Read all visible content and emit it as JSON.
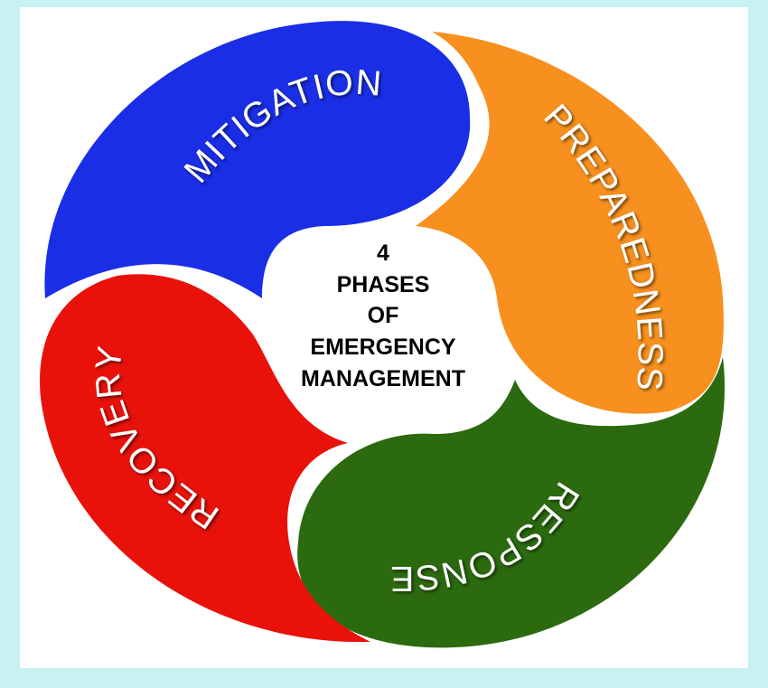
{
  "center": {
    "lines": [
      "4",
      "PHASES",
      "OF",
      "EMERGENCY",
      "MANAGEMENT"
    ]
  },
  "phases": [
    {
      "label": "MITIGATION",
      "color": "#1a2ee6"
    },
    {
      "label": "PREPAREDNESS",
      "color": "#f7901e"
    },
    {
      "label": "RESPONSE",
      "color": "#2b6a0f"
    },
    {
      "label": "RECOVERY",
      "color": "#e8120b"
    }
  ],
  "colors": {
    "background": "#c8f2f2",
    "panel": "#ffffff",
    "label_text": "#ffffff",
    "center_text": "#000000"
  }
}
